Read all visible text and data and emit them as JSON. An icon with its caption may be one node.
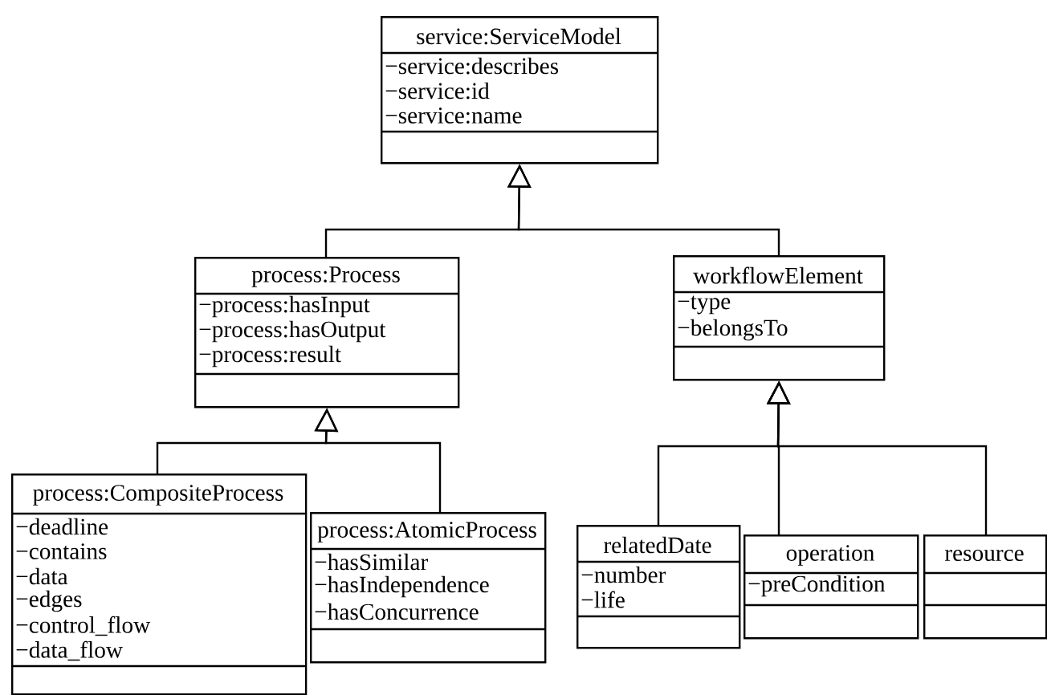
{
  "diagram": {
    "nodes": [
      {
        "text": [
          "service:ServiceModel",
          "−service:describes",
          "−service:id",
          "−service:name"
        ]
      },
      {
        "text": [
          "process:Process",
          "−process:hasInput",
          "−process:hasOutput",
          "−process:result"
        ]
      },
      {
        "text": [
          "workflowElement",
          "−type",
          "−belongsTo"
        ]
      },
      {
        "text": [
          "process:CompositeProcess",
          "−deadline",
          "−contains",
          "−data",
          "−edges",
          "−control_flow",
          "−data_flow"
        ]
      },
      {
        "text": [
          "process:AtomicProcess",
          "−hasSimilar",
          "−hasIndependence",
          "−hasConcurrence"
        ]
      },
      {
        "text": [
          "relatedDate",
          "−number",
          "−life"
        ]
      },
      {
        "text": [
          "operation",
          "−preCondition"
        ]
      },
      {
        "text": [
          "resource"
        ]
      }
    ],
    "edges": [
      {
        "from": 1,
        "to": 0,
        "arrow": "to"
      },
      {
        "from": 2,
        "to": 0,
        "arrow": "to"
      },
      {
        "from": 3,
        "to": 1,
        "arrow": "to"
      },
      {
        "from": 4,
        "to": 1,
        "arrow": "to"
      },
      {
        "from": 5,
        "to": 2,
        "arrow": "to"
      },
      {
        "from": 6,
        "to": 2,
        "arrow": "to"
      },
      {
        "from": 7,
        "to": 2,
        "arrow": "to"
      }
    ]
  }
}
